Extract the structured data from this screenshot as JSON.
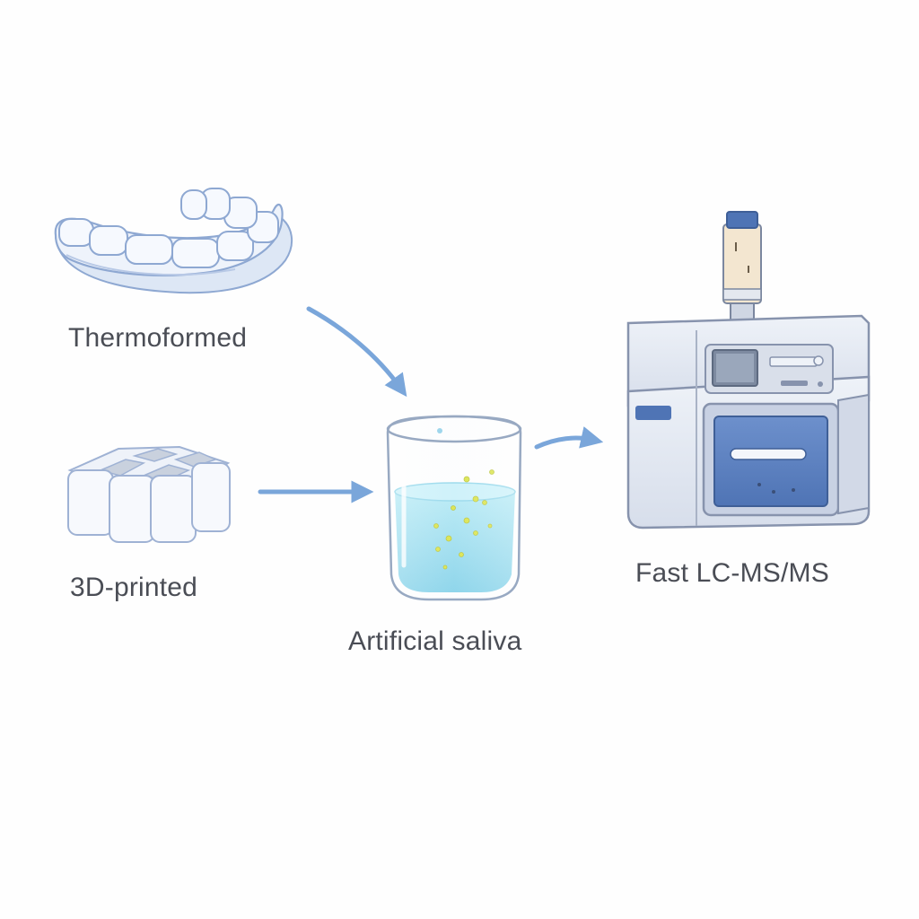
{
  "labels": {
    "thermoformed": "Thermoformed",
    "printed": "3D-printed",
    "saliva": "Artificial saliva",
    "lcms": "Fast LC-MS/MS"
  },
  "colors": {
    "arrow": "#7aa6da",
    "aligner_fill": "#eef3fb",
    "aligner_stroke": "#8ea8d2",
    "liquid": "#aee6f3",
    "particle": "#d8e23c",
    "machine_body": "#e6ebf4",
    "machine_panel": "#5f84c2",
    "machine_outline": "#8793ad"
  },
  "icons": {
    "aligner": "dental-aligner-icon",
    "printed_blocks": "printed-blocks-icon",
    "beaker": "beaker-icon",
    "instrument": "lc-ms-instrument-icon",
    "syringe": "syringe-icon"
  }
}
